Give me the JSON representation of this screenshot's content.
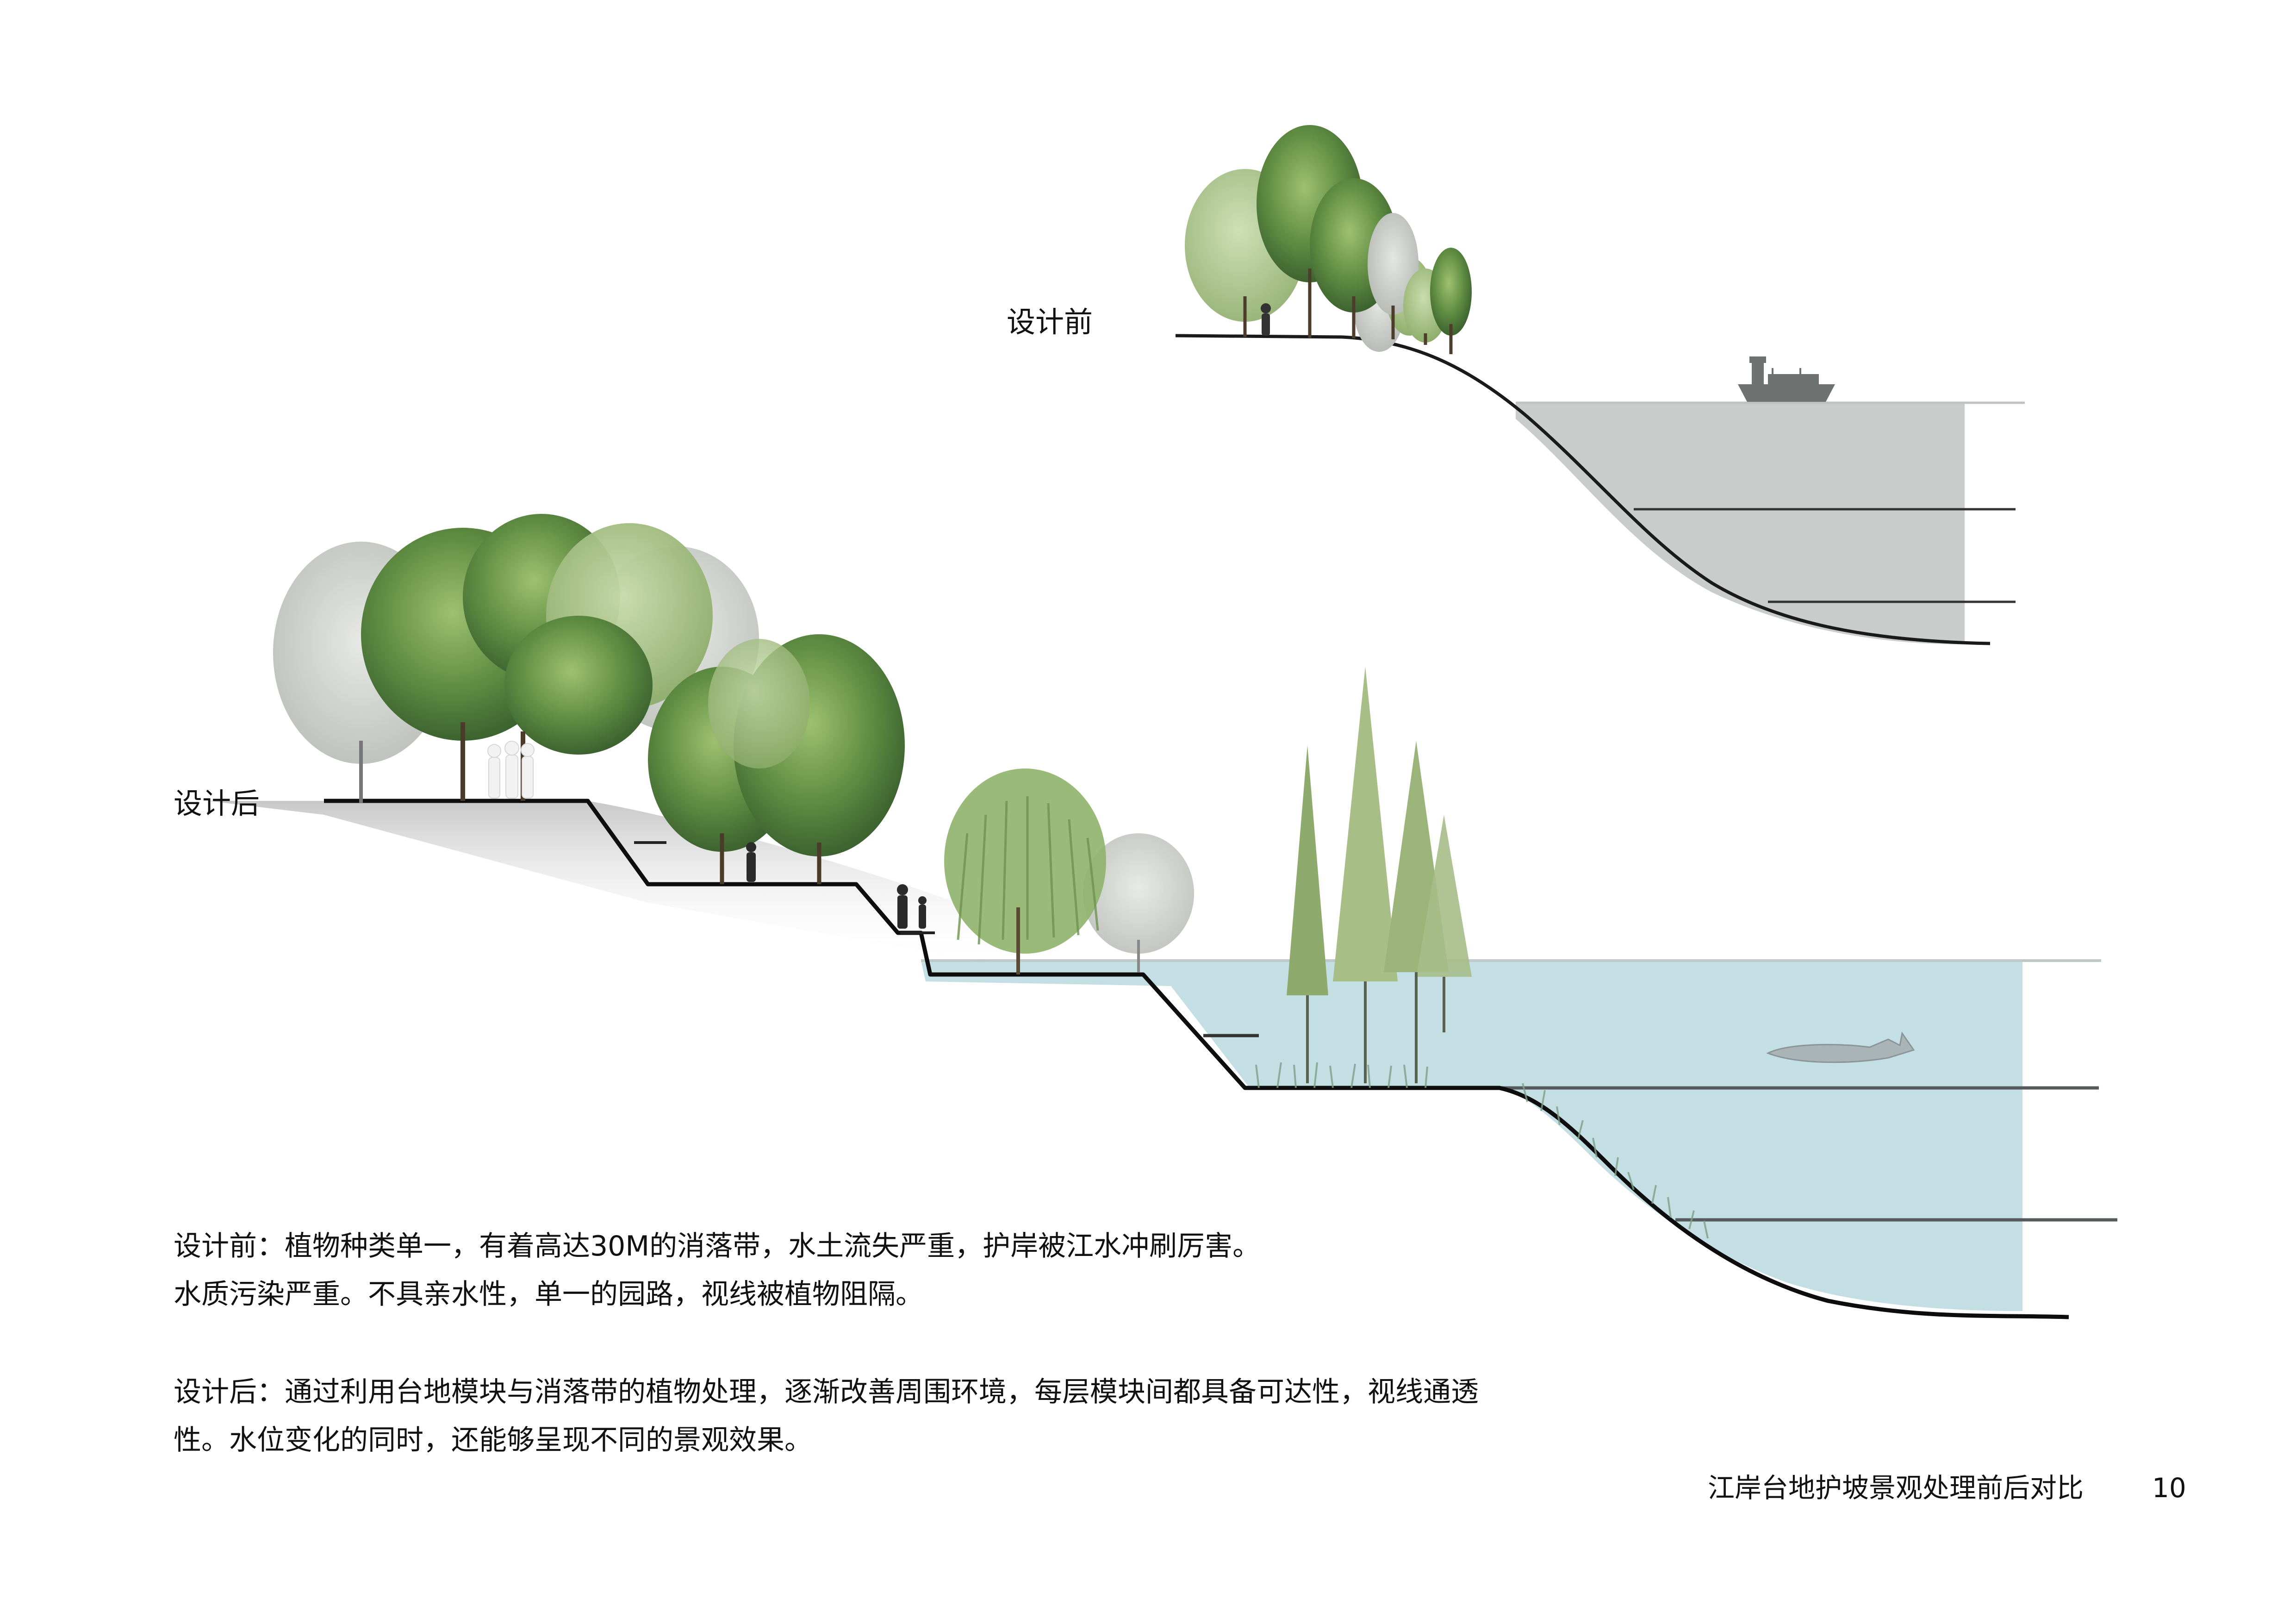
{
  "labels": {
    "before": "设计前",
    "after": "设计后"
  },
  "description": {
    "before_line1": "设计前：植物种类单一，有着高达30M的消落带，水土流失严重，护岸被江水冲刷厉害。",
    "before_line2": "水质污染严重。不具亲水性，单一的园路，视线被植物阻隔。",
    "after_line1": "设计后：通过利用台地模块与消落带的植物处理，逐渐改善周围环境，每层模块间都具备可达性，视线通透",
    "after_line2": "性。水位变化的同时，还能够呈现不同的景观效果。"
  },
  "footer": {
    "caption": "江岸台地护坡景观处理前后对比",
    "page_number": "10"
  },
  "colors": {
    "before_water": "#c8cdcb",
    "after_water": "#c4dfe3",
    "ground_line": "#111111",
    "tree_green": "#6f9a4e",
    "tree_dark": "#3f6a35",
    "tree_grey": "#b9bdb6"
  },
  "icons": [
    "cargo-ship-icon",
    "sturgeon-fish-icon",
    "person-silhouette-icon"
  ]
}
